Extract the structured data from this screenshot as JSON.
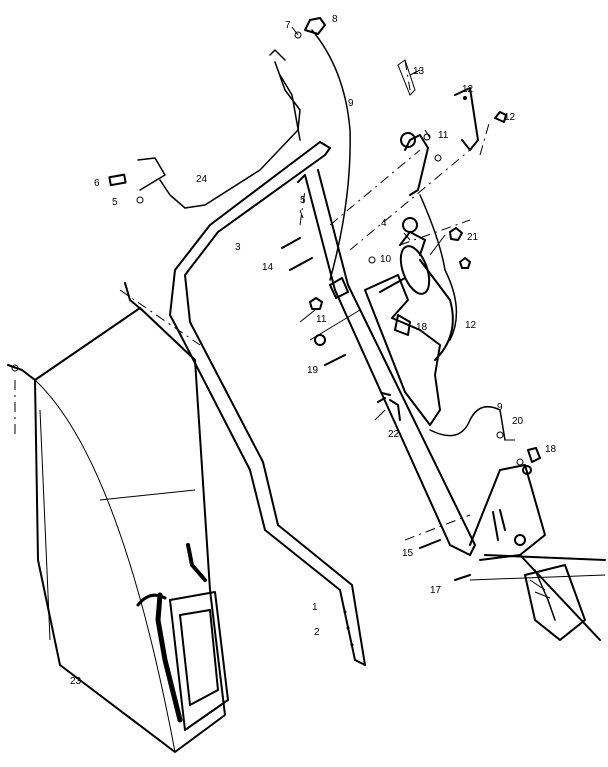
{
  "callouts": [
    {
      "id": "c-7",
      "text": "7"
    },
    {
      "id": "c-8",
      "text": "8"
    },
    {
      "id": "c-13",
      "text": "13"
    },
    {
      "id": "c-9a",
      "text": "9"
    },
    {
      "id": "c-12a",
      "text": "12"
    },
    {
      "id": "c-12b",
      "text": "12"
    },
    {
      "id": "c-11a",
      "text": "11"
    },
    {
      "id": "c-6",
      "text": "6"
    },
    {
      "id": "c-24",
      "text": "24"
    },
    {
      "id": "c-5a",
      "text": "5"
    },
    {
      "id": "c-5b",
      "text": "5"
    },
    {
      "id": "c-3",
      "text": "3"
    },
    {
      "id": "c-4",
      "text": "4"
    },
    {
      "id": "c-21",
      "text": "21"
    },
    {
      "id": "c-14",
      "text": "14"
    },
    {
      "id": "c-10",
      "text": "10"
    },
    {
      "id": "c-11b",
      "text": "11"
    },
    {
      "id": "c-18a",
      "text": "18"
    },
    {
      "id": "c-12c",
      "text": "12"
    },
    {
      "id": "c-19",
      "text": "19"
    },
    {
      "id": "c-22",
      "text": "22"
    },
    {
      "id": "c-9b",
      "text": "9"
    },
    {
      "id": "c-20",
      "text": "20"
    },
    {
      "id": "c-18b",
      "text": "18"
    },
    {
      "id": "c-15",
      "text": "15"
    },
    {
      "id": "c-17",
      "text": "17"
    },
    {
      "id": "c-1",
      "text": "1"
    },
    {
      "id": "c-2",
      "text": "2"
    },
    {
      "id": "c-23",
      "text": "23"
    }
  ]
}
